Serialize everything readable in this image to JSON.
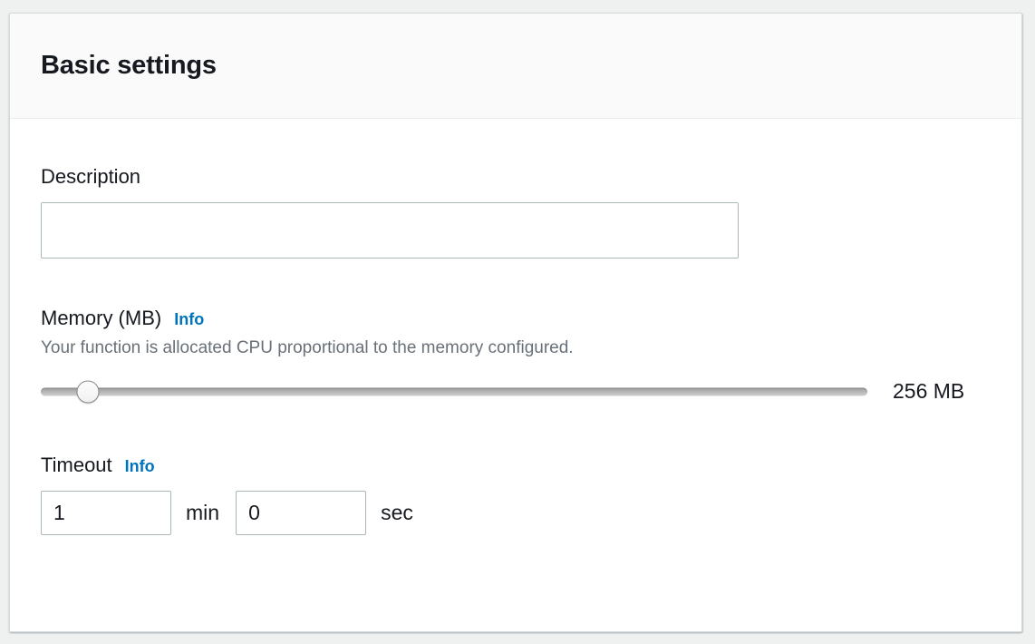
{
  "card": {
    "title": "Basic settings"
  },
  "description": {
    "label": "Description",
    "value": "",
    "placeholder": ""
  },
  "memory": {
    "label": "Memory (MB)",
    "info_label": "Info",
    "hint": "Your function is allocated CPU proportional to the memory configured.",
    "value": 256,
    "value_display": "256 MB",
    "min": 128,
    "max": 3008,
    "thumb_percent": 5.7
  },
  "timeout": {
    "label": "Timeout",
    "info_label": "Info",
    "minutes_value": "1",
    "minutes_unit": "min",
    "seconds_value": "0",
    "seconds_unit": "sec"
  },
  "colors": {
    "accent_link": "#0073bb",
    "text_primary": "#16191f",
    "text_secondary": "#687078",
    "input_border": "#aab7b8",
    "card_header_bg": "#fafafa",
    "page_bg": "#eff0f0"
  }
}
